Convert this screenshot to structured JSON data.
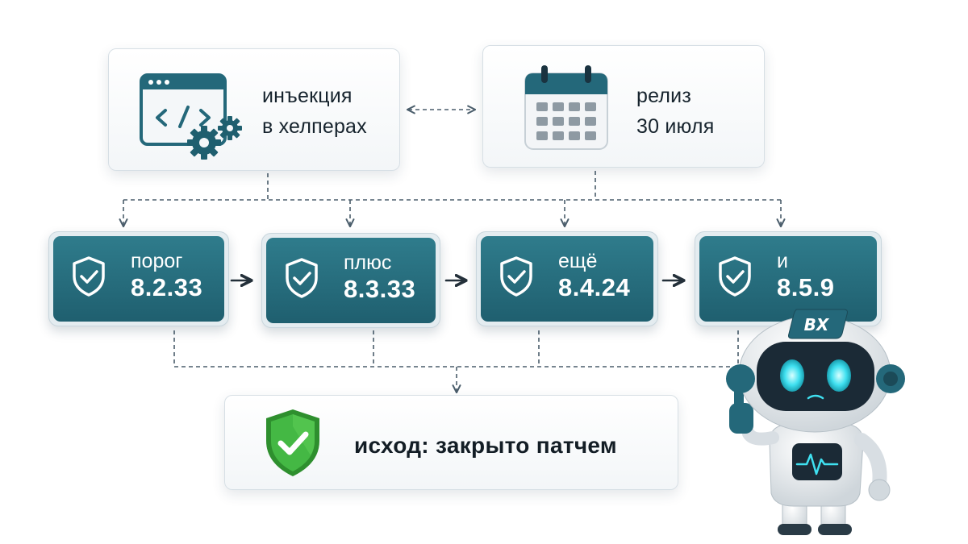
{
  "top_cards": {
    "injection": {
      "line1": "инъекция",
      "line2": "в хелперах",
      "icon": "code-window-gears-icon"
    },
    "release": {
      "line1": "релиз",
      "line2": "30 июля",
      "icon": "calendar-icon"
    }
  },
  "versions": [
    {
      "word": "порог",
      "number": "8.2.33"
    },
    {
      "word": "плюс",
      "number": "8.3.33"
    },
    {
      "word": "ещё",
      "number": "8.4.24"
    },
    {
      "word": "и",
      "number": "8.5.9"
    }
  ],
  "outcome": {
    "label": "исход: закрыто патчем",
    "icon": "green-shield-check-icon"
  },
  "robot": {
    "badge": "BX"
  },
  "colors": {
    "teal": "#24687a",
    "teal_light": "#2f7c8c",
    "connector": "#4a5d6b",
    "shield_green": "#3fae3b",
    "robot_eyes": "#3fe0f0"
  }
}
